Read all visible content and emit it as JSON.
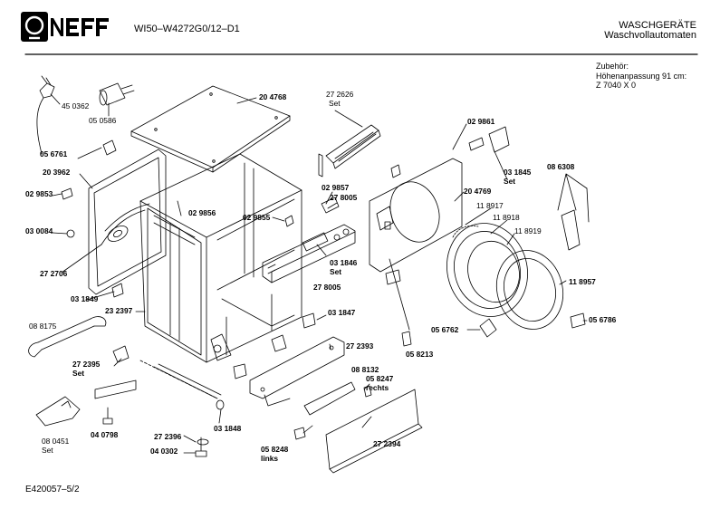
{
  "header": {
    "brand": "NEFF",
    "doc_code": "WI50–W4272G0/12–D1",
    "category": "WASCHGERÄTE",
    "subcategory": "Waschvollautomaten"
  },
  "accessories": {
    "line1": "Zubehör:",
    "line2": "Höhenanpassung 91 cm:",
    "line3": "Z 7040 X 0"
  },
  "footer": {
    "code": "E420057–5/2"
  },
  "parts": [
    {
      "id": "p450362",
      "text": "45 0362"
    },
    {
      "id": "p050586",
      "text": "05 0586"
    },
    {
      "id": "p204768",
      "text": "20 4768"
    },
    {
      "id": "p272626",
      "text": "27 2626"
    },
    {
      "id": "p272626set",
      "text": "Set"
    },
    {
      "id": "p029861",
      "text": "02 9861"
    },
    {
      "id": "p056761",
      "text": "05 6761"
    },
    {
      "id": "p203962",
      "text": "20 3962"
    },
    {
      "id": "p029853",
      "text": "02 9853"
    },
    {
      "id": "p030084",
      "text": "03 0084"
    },
    {
      "id": "p272706",
      "text": "27 2706"
    },
    {
      "id": "p031849",
      "text": "03 1849"
    },
    {
      "id": "p232397",
      "text": "23 2397"
    },
    {
      "id": "p088175",
      "text": "08 8175"
    },
    {
      "id": "p272395",
      "text": "27 2395"
    },
    {
      "id": "p272395set",
      "text": "Set"
    },
    {
      "id": "p040798",
      "text": "04 0798"
    },
    {
      "id": "p080451",
      "text": "08 0451"
    },
    {
      "id": "p080451set",
      "text": "Set"
    },
    {
      "id": "p272396",
      "text": "27 2396"
    },
    {
      "id": "p040302",
      "text": "04 0302"
    },
    {
      "id": "p031848",
      "text": "03 1848"
    },
    {
      "id": "p029856",
      "text": "02 9856"
    },
    {
      "id": "p029855",
      "text": "02 9855"
    },
    {
      "id": "p029857",
      "text": "02 9857"
    },
    {
      "id": "p278005a",
      "text": "27 8005"
    },
    {
      "id": "p031846",
      "text": "03 1846"
    },
    {
      "id": "p031846set",
      "text": "Set"
    },
    {
      "id": "p278005b",
      "text": "27 8005"
    },
    {
      "id": "p031847",
      "text": "03 1847"
    },
    {
      "id": "p272393",
      "text": "27 2393"
    },
    {
      "id": "p088132",
      "text": "08 8132"
    },
    {
      "id": "p058247",
      "text": "05 8247"
    },
    {
      "id": "p058247r",
      "text": "rechts"
    },
    {
      "id": "p058248",
      "text": "05 8248"
    },
    {
      "id": "p058248l",
      "text": "links"
    },
    {
      "id": "p272394",
      "text": "27 2394"
    },
    {
      "id": "p058213",
      "text": "05 8213"
    },
    {
      "id": "p056762",
      "text": "05 6762"
    },
    {
      "id": "p204769",
      "text": "20 4769"
    },
    {
      "id": "p031845",
      "text": "03 1845"
    },
    {
      "id": "p031845set",
      "text": "Set"
    },
    {
      "id": "p086308",
      "text": "08 6308"
    },
    {
      "id": "p118917",
      "text": "11 8917"
    },
    {
      "id": "p118918",
      "text": "11 8918"
    },
    {
      "id": "p118919",
      "text": "11 8919"
    },
    {
      "id": "p118957",
      "text": "11 8957"
    },
    {
      "id": "p056786",
      "text": "05 6786"
    }
  ]
}
